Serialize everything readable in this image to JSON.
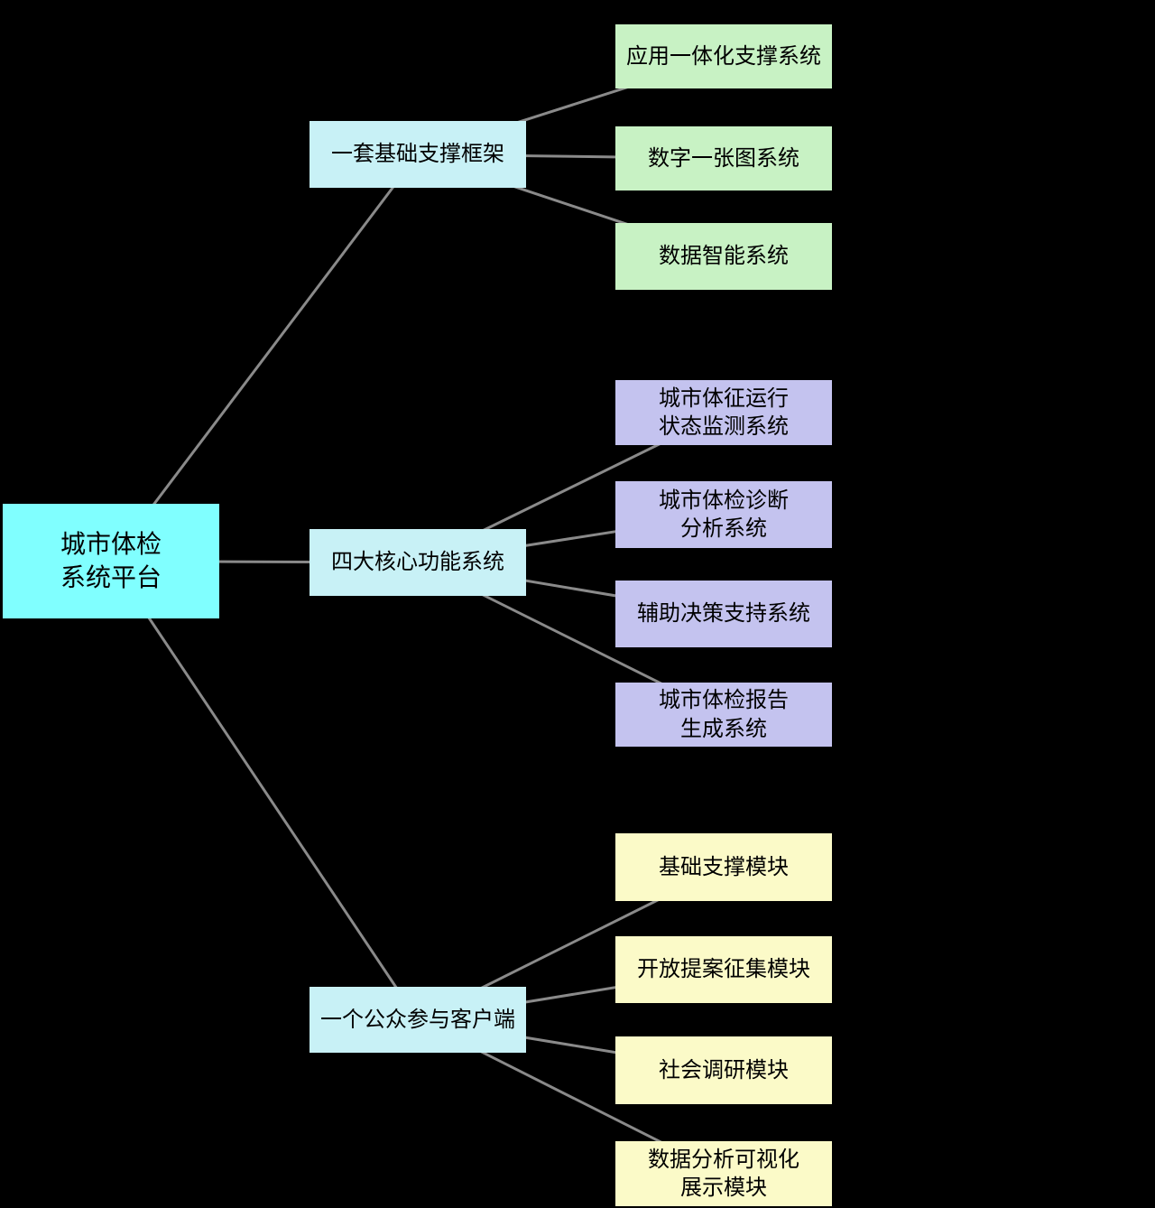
{
  "diagram": {
    "type": "tree",
    "root": {
      "id": "root",
      "label": "城市体检\n系统平台",
      "color": "#80FFFF"
    },
    "groups": [
      {
        "id": "b1",
        "label": "一套基础支撑框架",
        "color": "#C8F1F6",
        "children_color": "#C8F2C4",
        "children": [
          {
            "id": "g1",
            "label": "应用一体化支撑系统"
          },
          {
            "id": "g2",
            "label": "数字一张图系统"
          },
          {
            "id": "g3",
            "label": "数据智能系统"
          }
        ]
      },
      {
        "id": "b2",
        "label": "四大核心功能系统",
        "color": "#C8F1F6",
        "children_color": "#C4C3EF",
        "children": [
          {
            "id": "p1",
            "label": "城市体征运行\n状态监测系统"
          },
          {
            "id": "p2",
            "label": "城市体检诊断\n分析系统"
          },
          {
            "id": "p3",
            "label": "辅助决策支持系统"
          },
          {
            "id": "p4",
            "label": "城市体检报告\n生成系统"
          }
        ]
      },
      {
        "id": "b3",
        "label": "一个公众参与客户端",
        "color": "#C8F1F6",
        "children_color": "#FBFAC8",
        "children": [
          {
            "id": "y1",
            "label": "基础支撑模块"
          },
          {
            "id": "y2",
            "label": "开放提案征集模块"
          },
          {
            "id": "y3",
            "label": "社会调研模块"
          },
          {
            "id": "y4",
            "label": "数据分析可视化\n展示模块"
          }
        ]
      }
    ],
    "edges": [
      [
        "root",
        "b1"
      ],
      [
        "root",
        "b2"
      ],
      [
        "root",
        "b3"
      ],
      [
        "b1",
        "g1"
      ],
      [
        "b1",
        "g2"
      ],
      [
        "b1",
        "g3"
      ],
      [
        "b2",
        "p1"
      ],
      [
        "b2",
        "p2"
      ],
      [
        "b2",
        "p3"
      ],
      [
        "b2",
        "p4"
      ],
      [
        "b3",
        "y1"
      ],
      [
        "b3",
        "y2"
      ],
      [
        "b3",
        "y3"
      ],
      [
        "b3",
        "y4"
      ]
    ],
    "colors": {
      "background": "#000000",
      "edge_line": "#8A8A8A",
      "text": "#000000",
      "root_fill": "#80FFFF",
      "branch_fill": "#C8F1F6",
      "green_fill": "#C8F2C4",
      "purple_fill": "#C4C3EF",
      "yellow_fill": "#FBFAC8"
    }
  }
}
